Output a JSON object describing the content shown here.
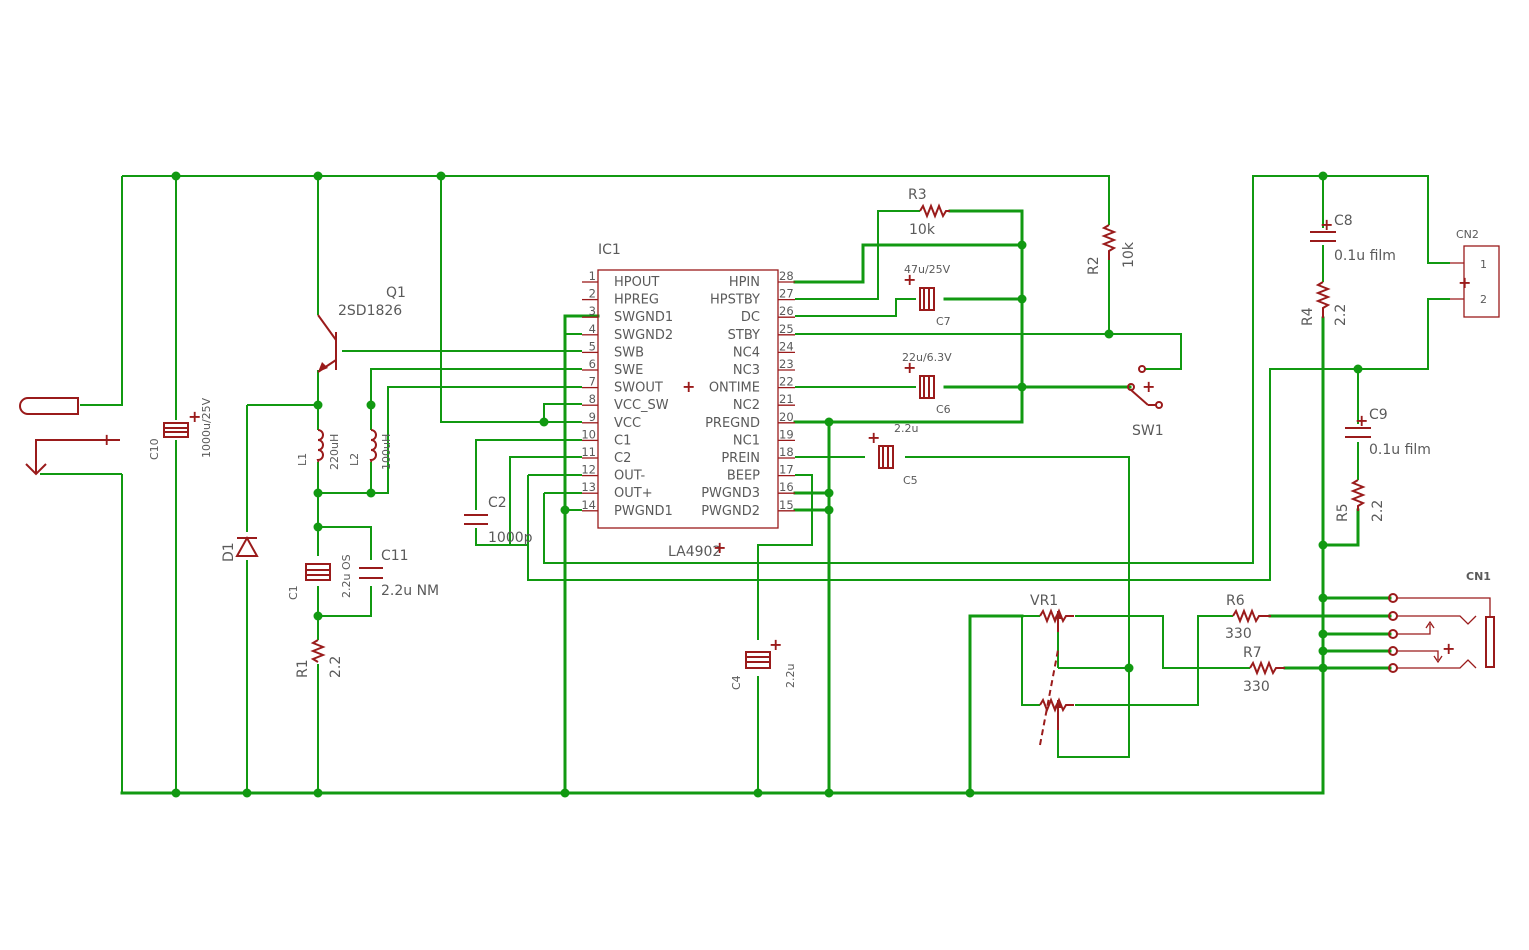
{
  "ic": {
    "name": "IC1",
    "part": "LA4902",
    "left_pins": [
      {
        "num": "1",
        "name": "HPOUT"
      },
      {
        "num": "2",
        "name": "HPREG"
      },
      {
        "num": "3",
        "name": "SWGND1"
      },
      {
        "num": "4",
        "name": "SWGND2"
      },
      {
        "num": "5",
        "name": "SWB"
      },
      {
        "num": "6",
        "name": "SWE"
      },
      {
        "num": "7",
        "name": "SWOUT"
      },
      {
        "num": "8",
        "name": "VCC_SW"
      },
      {
        "num": "9",
        "name": "VCC"
      },
      {
        "num": "10",
        "name": "C1"
      },
      {
        "num": "11",
        "name": "C2"
      },
      {
        "num": "12",
        "name": "OUT-"
      },
      {
        "num": "13",
        "name": "OUT+"
      },
      {
        "num": "14",
        "name": "PWGND1"
      }
    ],
    "right_pins": [
      {
        "num": "28",
        "name": "HPIN"
      },
      {
        "num": "27",
        "name": "HPSTBY"
      },
      {
        "num": "26",
        "name": "DC"
      },
      {
        "num": "25",
        "name": "STBY"
      },
      {
        "num": "24",
        "name": "NC4"
      },
      {
        "num": "23",
        "name": "NC3"
      },
      {
        "num": "22",
        "name": "ONTIME"
      },
      {
        "num": "21",
        "name": "NC2"
      },
      {
        "num": "20",
        "name": "PREGND"
      },
      {
        "num": "19",
        "name": "NC1"
      },
      {
        "num": "18",
        "name": "PREIN"
      },
      {
        "num": "17",
        "name": "BEEP"
      },
      {
        "num": "16",
        "name": "PWGND3"
      },
      {
        "num": "15",
        "name": "PWGND2"
      }
    ]
  },
  "components": {
    "q1": {
      "name": "Q1",
      "value": "2SD1826"
    },
    "r1": {
      "name": "R1",
      "value": "2.2"
    },
    "r2": {
      "name": "R2",
      "value": "10k"
    },
    "r3": {
      "name": "R3",
      "value": "10k"
    },
    "r4": {
      "name": "R4",
      "value": "2.2"
    },
    "r5": {
      "name": "R5",
      "value": "2.2"
    },
    "r6": {
      "name": "R6",
      "value": "330"
    },
    "r7": {
      "name": "R7",
      "value": "330"
    },
    "c1": {
      "name": "C1",
      "value": "2.2u OS"
    },
    "c2": {
      "name": "C2",
      "value": "1000p"
    },
    "c4": {
      "name": "C4",
      "value": "2.2u"
    },
    "c5": {
      "name": "C5",
      "value": "2.2u"
    },
    "c6": {
      "name": "C6",
      "value": "22u/6.3V"
    },
    "c7": {
      "name": "C7",
      "value": "47u/25V"
    },
    "c8": {
      "name": "C8",
      "value": "0.1u film"
    },
    "c9": {
      "name": "C9",
      "value": "0.1u film"
    },
    "c10": {
      "name": "C10",
      "value": "1000u/25V"
    },
    "c11": {
      "name": "C11",
      "value": "2.2u NM"
    },
    "l1": {
      "name": "L1",
      "value": "220uH"
    },
    "l2": {
      "name": "L2",
      "value": "100uH"
    },
    "d1": {
      "name": "D1"
    },
    "vr1": {
      "name": "VR1"
    },
    "sw1": {
      "name": "SW1"
    },
    "cn1": {
      "name": "CN1"
    },
    "cn2": {
      "name": "CN2",
      "pin1": "1",
      "pin2": "2"
    }
  },
  "colors": {
    "wire": "#119911",
    "part": "#9a1b1b",
    "text": "#5a5a5a"
  }
}
